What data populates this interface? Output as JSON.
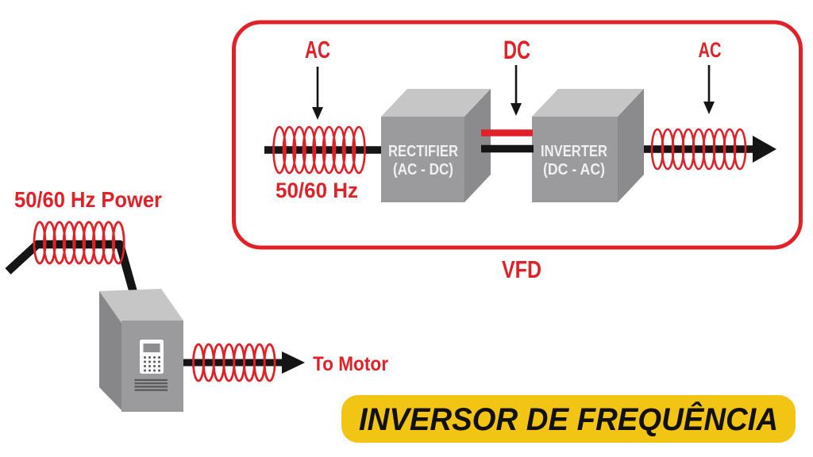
{
  "vfd_panel": {
    "input_type_label": "AC",
    "dc_link_label": "DC",
    "output_type_label": "AC",
    "input_frequency": "50/60 Hz",
    "rectifier": {
      "name": "RECTIFIER",
      "conversion": "(AC - DC)"
    },
    "inverter": {
      "name": "INVERTER",
      "conversion": "(DC - AC)"
    },
    "caption": "VFD"
  },
  "drive_scene": {
    "supply_label": "50/60 Hz Power",
    "output_label": "To Motor"
  },
  "banner": {
    "text": "INVERSOR DE FREQUÊNCIA"
  },
  "colors": {
    "accent_red": "#e02127",
    "banner_yellow": "#f2c413",
    "box_front_gray": "#9b9b9d",
    "box_top_gray": "#c6c6c7",
    "box_side_gray": "#8b8b8d",
    "line_black": "#151515",
    "label_white": "#f0f0f2"
  }
}
